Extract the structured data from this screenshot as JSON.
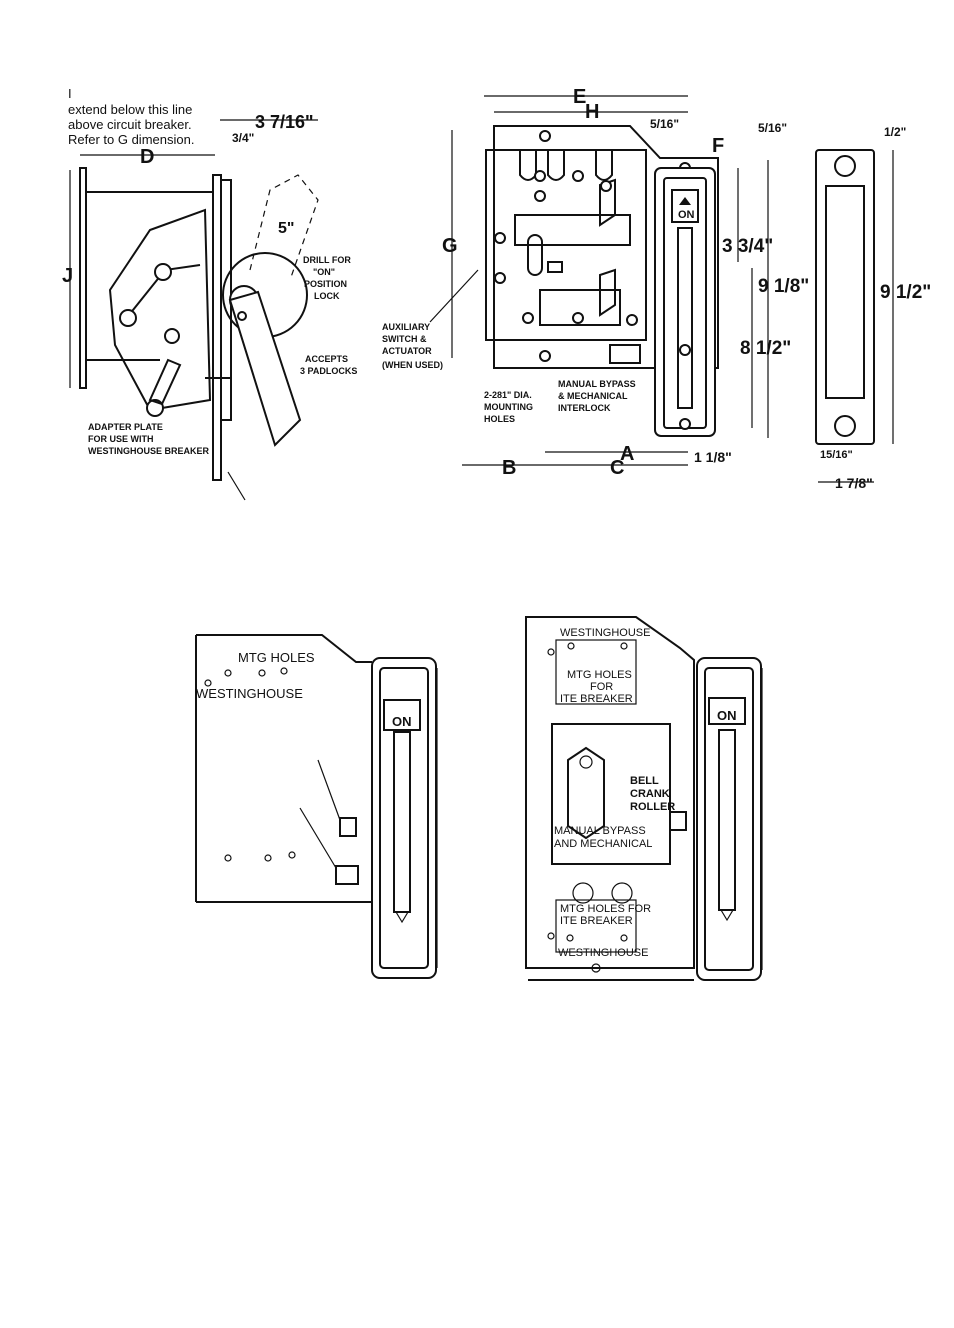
{
  "side_view": {
    "note_line1": "extend below this line",
    "note_line2": "above circuit breaker.",
    "note_line3": "Refer to G dimension.",
    "dim_D": "D",
    "dim_J": "J",
    "dim_3_7_16": "3 7/16\"",
    "dim_3_4": "3/4\"",
    "dim_5": "5\"",
    "drill_label": [
      "DRILL FOR",
      "\"ON\"",
      "POSITION",
      "LOCK"
    ],
    "padlock_label": [
      "ACCEPTS",
      "3 PADLOCKS"
    ],
    "adapter_label": [
      "ADAPTER PLATE",
      "FOR USE WITH",
      "WESTINGHOUSE BREAKER"
    ]
  },
  "front_view": {
    "dim_E": "E",
    "dim_H": "H",
    "dim_F": "F",
    "dim_G": "G",
    "dim_A": "A",
    "dim_B": "B",
    "dim_C": "C",
    "dim_5_16_a": "5/16\"",
    "dim_5_16_b": "5/16\"",
    "dim_3_3_4": "3 3/4\"",
    "dim_9_1_8": "9 1/8\"",
    "dim_8_1_2": "8 1/2\"",
    "dim_1_1_8": "1 1/8\"",
    "on_label": "ON",
    "aux_label": [
      "AUXILIARY",
      "SWITCH &",
      "ACTUATOR",
      "(WHEN USED)"
    ],
    "mount_label": [
      "2-281\" DIA.",
      "MOUNTING",
      "HOLES"
    ],
    "bypass_label": [
      "MANUAL BYPASS",
      "& MECHANICAL",
      "INTERLOCK"
    ]
  },
  "end_view": {
    "dim_1_2": "1/2\"",
    "dim_9_1_2": "9 1/2\"",
    "dim_15_16": "15/16\"",
    "dim_1_7_8": "1 7/8\""
  },
  "westinghouse_view": {
    "mtg_holes": "MTG HOLES",
    "brand": "WESTINGHOUSE",
    "on_label": "ON"
  },
  "ite_view": {
    "brand_top": "WESTINGHOUSE",
    "mtg_top": [
      "MTG HOLES",
      "FOR",
      "ITE BREAKER"
    ],
    "bell": [
      "BELL",
      "CRANK",
      "ROLLER"
    ],
    "bypass": [
      "MANUAL BYPASS",
      "AND MECHANICAL"
    ],
    "mtg_bottom": [
      "MTG HOLES FOR",
      "ITE BREAKER"
    ],
    "brand_bottom": "WESTINGHOUSE",
    "on_label": "ON"
  }
}
